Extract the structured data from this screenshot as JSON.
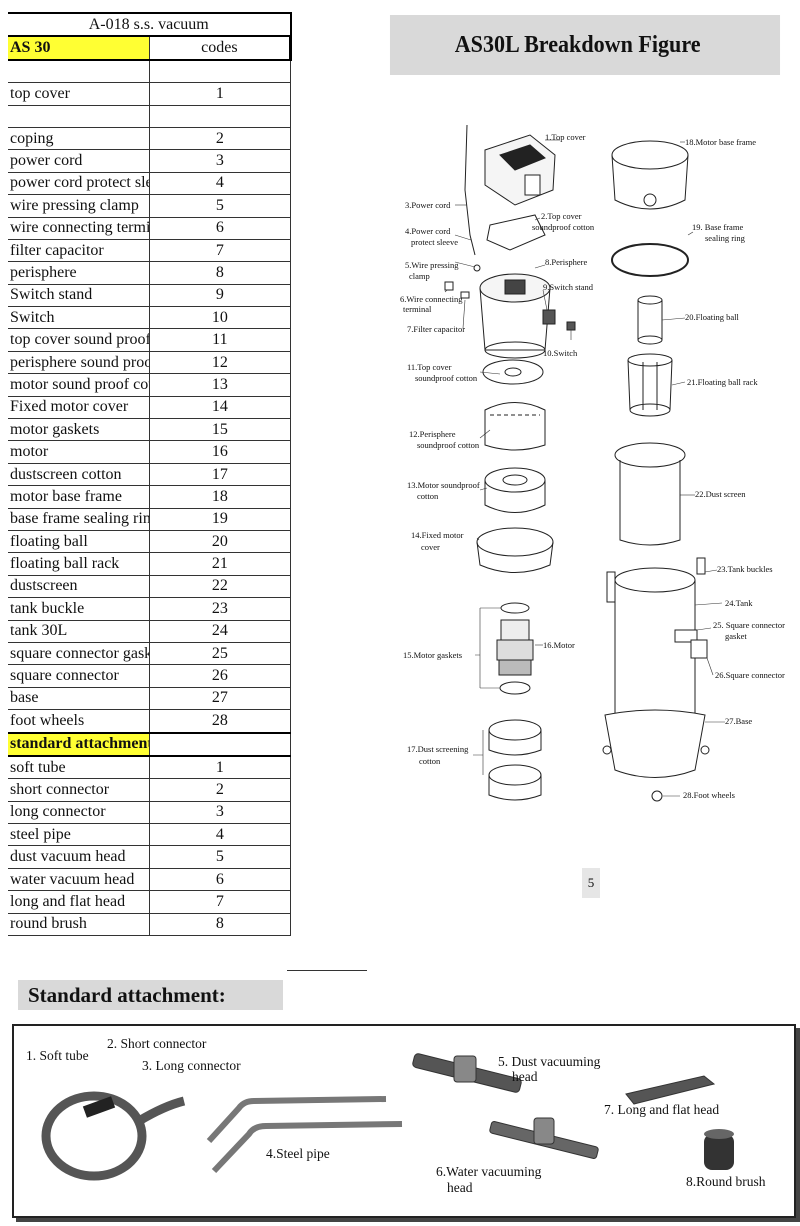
{
  "table": {
    "title": "A-018 s.s. vacuum",
    "model": "AS  30",
    "codes_header": "codes",
    "parts": [
      {
        "name": "top cover",
        "code": "1"
      },
      {
        "name": "coping",
        "code": "2"
      },
      {
        "name": "power cord",
        "code": "3"
      },
      {
        "name": "power cord protect sleeve",
        "code": "4"
      },
      {
        "name": "wire pressing clamp",
        "code": "5"
      },
      {
        "name": "wire connecting terminal",
        "code": "6"
      },
      {
        "name": "filter capacitor",
        "code": "7"
      },
      {
        "name": "perisphere",
        "code": "8"
      },
      {
        "name": "Switch stand",
        "code": "9"
      },
      {
        "name": "Switch",
        "code": "10"
      },
      {
        "name": "top cover sound proof cotton",
        "code": "11"
      },
      {
        "name": "perisphere sound proof cotton",
        "code": "12"
      },
      {
        "name": "motor sound proof cotton",
        "code": "13"
      },
      {
        "name": "Fixed motor cover",
        "code": "14"
      },
      {
        "name": "motor gaskets",
        "code": "15"
      },
      {
        "name": "motor",
        "code": "16"
      },
      {
        "name": "dustscreen cotton",
        "code": "17"
      },
      {
        "name": "motor base frame",
        "code": "18"
      },
      {
        "name": "base frame sealing ring",
        "code": "19"
      },
      {
        "name": "floating ball",
        "code": "20"
      },
      {
        "name": "floating ball rack",
        "code": "21"
      },
      {
        "name": "dustscreen",
        "code": "22"
      },
      {
        "name": "tank buckle",
        "code": "23"
      },
      {
        "name": "tank 30L",
        "code": "24"
      },
      {
        "name": "square connector gasket",
        "code": "25"
      },
      {
        "name": "square connector",
        "code": "26"
      },
      {
        "name": "base",
        "code": "27"
      },
      {
        "name": "foot wheels",
        "code": "28"
      }
    ],
    "attachments_header": "standard attachments:",
    "attachments": [
      {
        "name": "soft tube",
        "code": "1"
      },
      {
        "name": "short connector",
        "code": "2"
      },
      {
        "name": "long connector",
        "code": "3"
      },
      {
        "name": "steel pipe",
        "code": "4"
      },
      {
        "name": "dust vacuum head",
        "code": "5"
      },
      {
        "name": "water vacuum head",
        "code": "6"
      },
      {
        "name": "long and flat head",
        "code": "7"
      },
      {
        "name": "round brush",
        "code": "8"
      }
    ]
  },
  "figure": {
    "title": "AS30L Breakdown Figure",
    "page_number": "5",
    "labels": {
      "l1": "1.Top cover",
      "l2a": "2.Top cover",
      "l2b": "soundproof cotton",
      "l3": "3.Power cord",
      "l4a": "4.Power cord",
      "l4b": "protect sleeve",
      "l5a": "5.Wire pressing",
      "l5b": "clamp",
      "l6a": "6.Wire connecting",
      "l6b": "terminal",
      "l7": "7.Filter capacitor",
      "l8": "8.Perisphere",
      "l9": "9.Switch stand",
      "l10": "10.Switch",
      "l11a": "11.Top cover",
      "l11b": "soundproof cotton",
      "l12a": "12.Perisphere",
      "l12b": "soundproof cotton",
      "l13a": "13.Motor soundproof",
      "l13b": "cotton",
      "l14a": "14.Fixed motor",
      "l14b": "cover",
      "l15": "15.Motor gaskets",
      "l16": "16.Motor",
      "l17a": "17.Dust screening",
      "l17b": "cotton",
      "l18": "18.Motor base frame",
      "l19a": "19. Base frame",
      "l19b": "sealing ring",
      "l20": "20.Floating ball",
      "l21": "21.Floating ball rack",
      "l22": "22.Dust screen",
      "l23": "23.Tank buckles",
      "l24": "24.Tank",
      "l25a": "25. Square connector",
      "l25b": "gasket",
      "l26": "26.Square connector",
      "l27": "27.Base",
      "l28": "28.Foot wheels"
    }
  },
  "attachment_panel": {
    "title": "Standard attachment:",
    "items": {
      "soft_tube": "1. Soft tube",
      "short_connector": "2. Short connector",
      "long_connector": "3. Long connector",
      "steel_pipe": "4.Steel pipe",
      "dust_head_a": "5. Dust vacuuming",
      "dust_head_b": "head",
      "water_head_a": "6.Water vacuuming",
      "water_head_b": "head",
      "flat_head": "7. Long and flat head",
      "round_brush": "8.Round brush"
    }
  }
}
